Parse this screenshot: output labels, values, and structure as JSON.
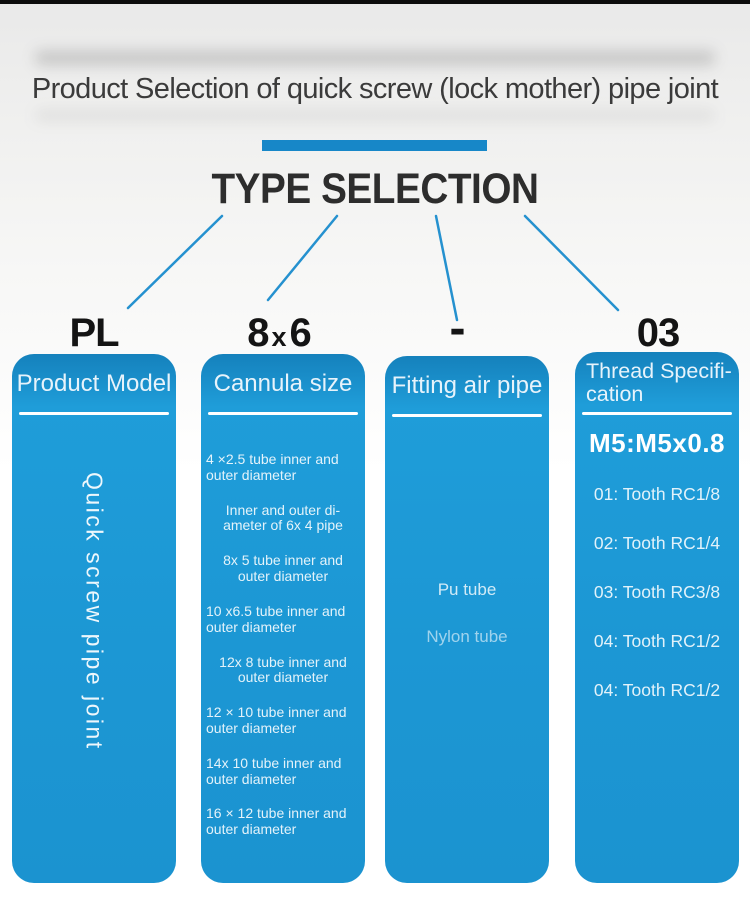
{
  "page": {
    "title": "Product Selection of quick screw (lock mother) pipe joint",
    "heading": "TYPE SELECTION"
  },
  "codes": {
    "product_model": "PL",
    "cannula_size": [
      "8",
      "x",
      "6"
    ],
    "dash": "-",
    "thread_spec": "03"
  },
  "columns": {
    "product_model": {
      "header": "Product Model",
      "vertical_text": "Quick screw pipe joint"
    },
    "cannula_size": {
      "header": "Cannula size",
      "items": [
        "4 ×2.5 tube inner and outer diameter",
        "Inner and outer di-ameter of 6x 4 pipe",
        "8x 5 tube inner and outer diameter",
        "10 x6.5 tube inner and outer diameter",
        "12x 8 tube inner and outer diameter",
        "12 × 10 tube inner and outer diameter",
        "14x 10 tube inner and outer diameter",
        "16 × 12 tube inner and outer diameter"
      ]
    },
    "fitting_air_pipe": {
      "header": "Fitting air pipe",
      "items": [
        "Pu tube",
        "Nylon tube"
      ]
    },
    "thread_spec": {
      "header_lines": [
        "Thread Specifi-",
        "cation"
      ],
      "highlight": "M5:M5x0.8",
      "items": [
        "01: Tooth RC1/8",
        "02: Tooth RC1/4",
        "03: Tooth RC3/8",
        "04: Tooth RC1/2",
        "04: Tooth RC1/2"
      ]
    }
  },
  "colors": {
    "column_blue": "#1c97d4",
    "divider_blue": "#1787c8",
    "connector_blue": "#2591cf",
    "heading_dark": "#2d2d2d"
  }
}
